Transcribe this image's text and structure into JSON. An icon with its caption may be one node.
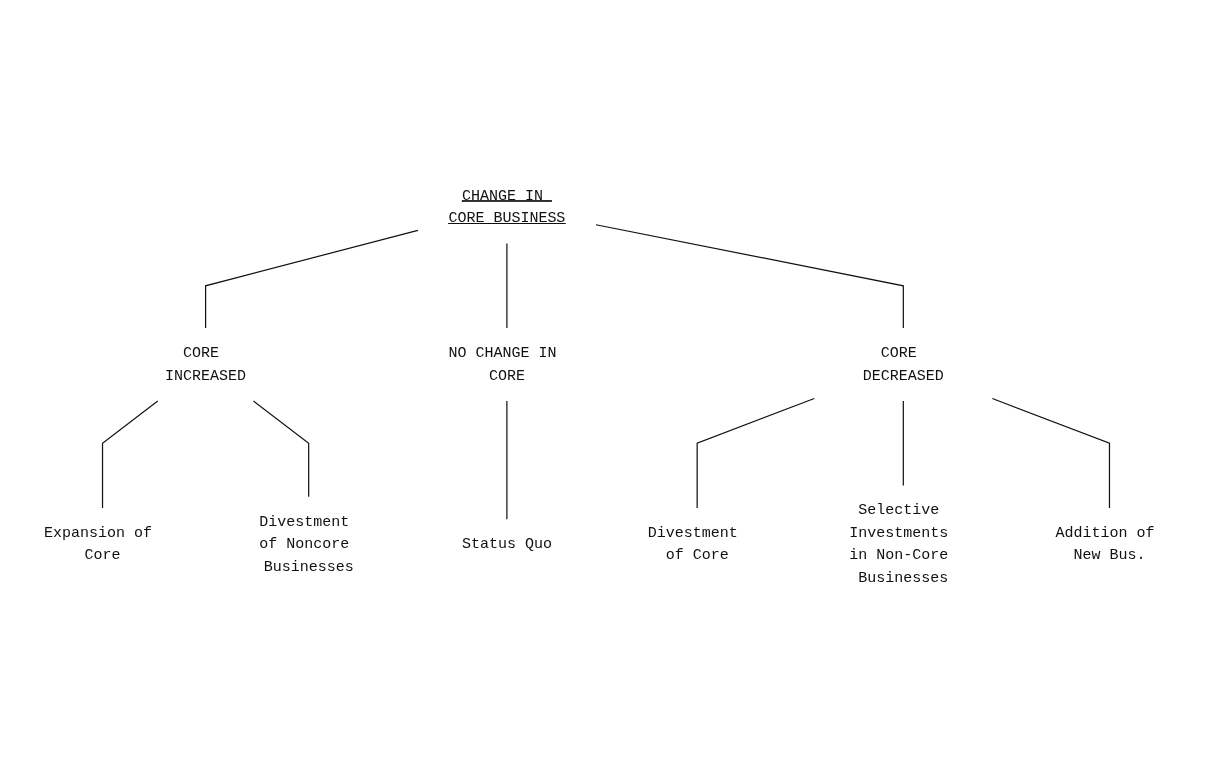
{
  "diagram": {
    "nodes": [
      {
        "text": [
          "CHANGE IN CORE BUSINESS"
        ]
      },
      {
        "text": [
          "CORE INCREASED"
        ]
      },
      {
        "text": [
          "NO CHANGE IN CORE"
        ]
      },
      {
        "text": [
          "CORE DECREASED"
        ]
      },
      {
        "text": [
          "Expansion of Core"
        ]
      },
      {
        "text": [
          "Divestment of Noncore Businesses"
        ]
      },
      {
        "text": [
          "Status Quo"
        ]
      },
      {
        "text": [
          "Divestment of Core"
        ]
      },
      {
        "text": [
          "Selective Investments in Non-Core Businesses"
        ]
      },
      {
        "text": [
          "Addition of New Bus."
        ]
      }
    ],
    "edges": [
      {
        "from": 0,
        "to": 1,
        "arrow": "none"
      },
      {
        "from": 0,
        "to": 2,
        "arrow": "none"
      },
      {
        "from": 0,
        "to": 3,
        "arrow": "none"
      },
      {
        "from": 1,
        "to": 4,
        "arrow": "none"
      },
      {
        "from": 1,
        "to": 5,
        "arrow": "none"
      },
      {
        "from": 2,
        "to": 6,
        "arrow": "none"
      },
      {
        "from": 3,
        "to": 7,
        "arrow": "none"
      },
      {
        "from": 3,
        "to": 8,
        "arrow": "none"
      },
      {
        "from": 3,
        "to": 9,
        "arrow": "none"
      }
    ]
  }
}
